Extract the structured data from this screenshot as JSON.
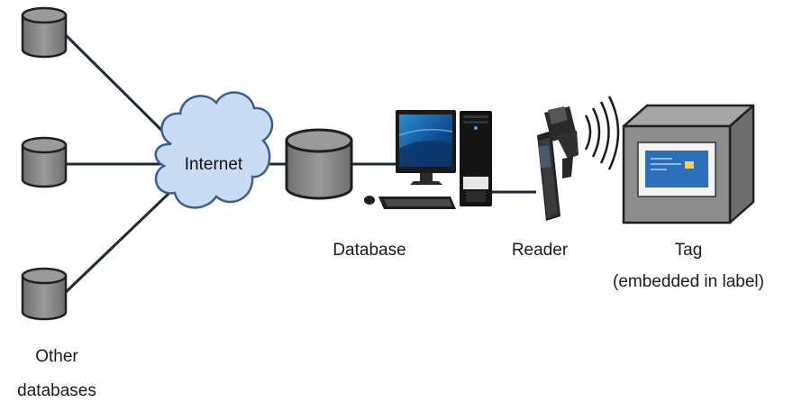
{
  "labels": {
    "internet": "Internet",
    "database": "Database",
    "reader": "Reader",
    "tag_line1": "Tag",
    "tag_line2": "(embedded in label)",
    "other_line1": "Other",
    "other_line2": "databases"
  },
  "colors": {
    "cylinder_fill": "#8c8c8c",
    "cylinder_stroke": "#1f1f1f",
    "link": "#1c2a3a",
    "cloud_fill": "#c9dcf3",
    "cloud_stroke": "#3e5f8c",
    "box_front": "#8d8d8d",
    "box_side": "#6e6e6e",
    "box_top": "#a5a5a5",
    "screen_face": "#2a6fb8"
  },
  "icons": [
    "database-cylinder-icon",
    "cloud-icon",
    "desktop-computer-icon",
    "rfid-reader-icon",
    "radio-waves-icon",
    "tag-box-icon"
  ]
}
